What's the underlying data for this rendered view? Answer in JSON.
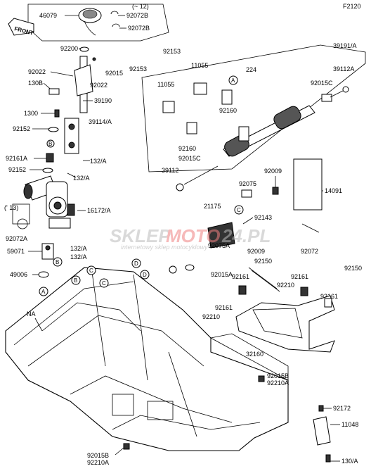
{
  "figure_code": "F2120",
  "front_label": "FRONT",
  "watermark": {
    "brand_a": "SKLEP",
    "brand_b": "MOTO",
    "brand_c": "24.PL",
    "tagline": "internetowy sklep motocyklowy"
  },
  "notes": {
    "until_12": "(~ 12)",
    "from_13": "(' 13)"
  },
  "callout_letters": [
    "A",
    "B",
    "C",
    "D"
  ],
  "parts": {
    "p46079": "46079",
    "p92072B_1": "92072B",
    "p92072B_2": "92072B",
    "p92200": "92200",
    "p92015_a": "92015",
    "p92022_a": "92022",
    "p92022_b": "92022",
    "p130B": "130B",
    "p39190": "39190",
    "p1300": "1300",
    "p39114A": "39114/A",
    "p92152_a": "92152",
    "p92161A": "92161A",
    "p132A_a": "132/A",
    "p92152_b": "92152",
    "p132A_b": "132/A",
    "p16172A": "16172/A",
    "p92072A": "92072A",
    "p132A_c": "132/A",
    "p59071": "59071",
    "p132A_d": "132/A",
    "p49006": "49006",
    "pNA": "NA",
    "p92153_a": "92153",
    "p11055_a": "11055",
    "p39191A": "39191/A",
    "p224": "224",
    "p92153_b": "92153",
    "p11055_b": "11055",
    "p39112A": "39112A",
    "p92015C_a": "92015C",
    "p92160_a": "92160",
    "p92160_b": "92160",
    "p92015C_b": "92015C",
    "p39112": "39112",
    "p92009_a": "92009",
    "p92075": "92075",
    "p14091": "14091",
    "p21175": "21175",
    "p92143": "92143",
    "p92075A": "92075A",
    "p92009_b": "92009",
    "p92072": "92072",
    "p92015A": "92015A",
    "p92150_a": "92150",
    "p92161_a": "92161",
    "p92161_b": "92161",
    "p92150_b": "92150",
    "p92210_a": "92210",
    "p92161_c": "92161",
    "p92161_d": "92161",
    "p92210_b": "92210",
    "p32160": "32160",
    "p92015B_a": "92015B",
    "p92210A_a": "92210A",
    "p92172": "92172",
    "p11048": "11048",
    "p92015B_b": "92015B",
    "p92210A_b": "92210A",
    "p130A": "130/A"
  }
}
